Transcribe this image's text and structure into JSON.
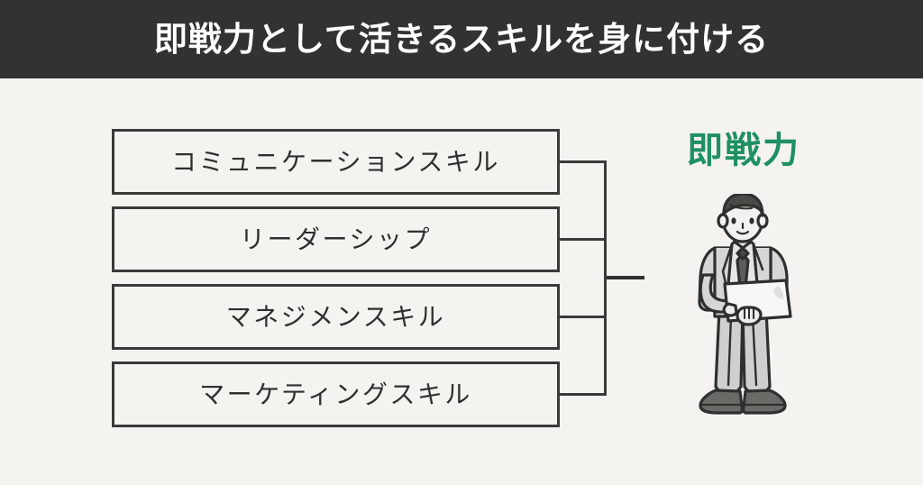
{
  "header": {
    "title": "即戦力として活きるスキルを身に付ける",
    "background_color": "#323230",
    "text_color": "#ffffff"
  },
  "canvas": {
    "background_color": "#f4f3ef",
    "line_color": "#3a3a38",
    "accent_color": "#1f9062"
  },
  "skills": {
    "items": [
      {
        "label": "コミュニケーションスキル"
      },
      {
        "label": "リーダーシップ"
      },
      {
        "label": "マネジメンスキル"
      },
      {
        "label": "マーケティングスキル"
      }
    ]
  },
  "result": {
    "heading": "即戦力",
    "heading_color": "#1f9062",
    "illustration_name": "businessman-with-laptop-illustration"
  },
  "icons": {
    "bracket": "bracket-connector-icon"
  }
}
